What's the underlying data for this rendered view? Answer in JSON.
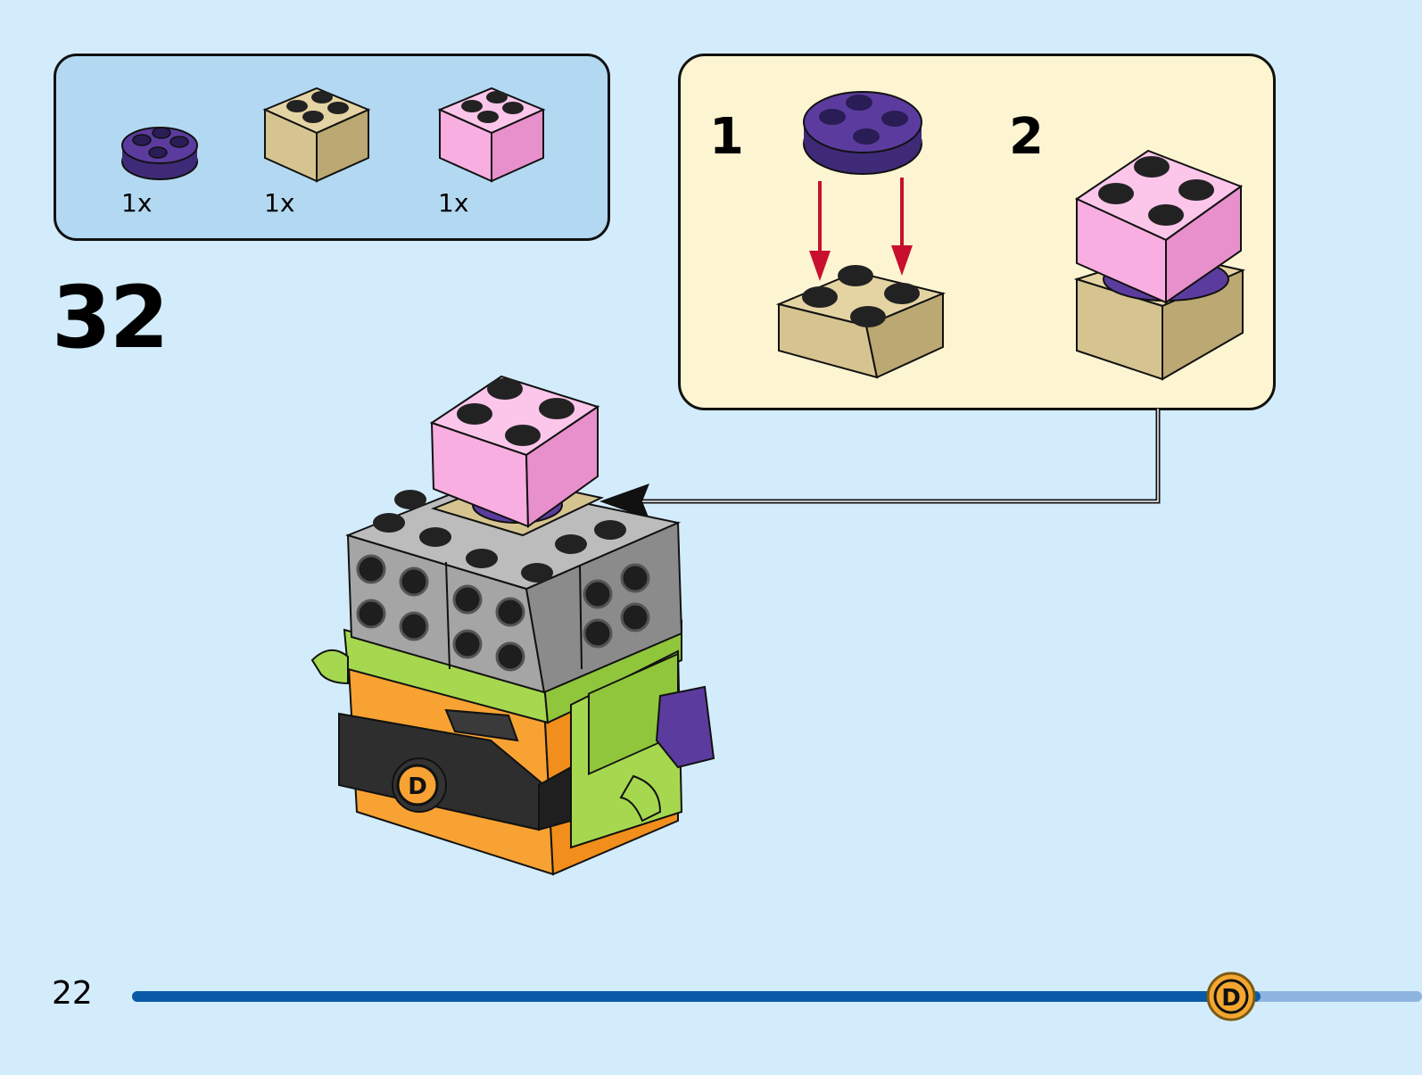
{
  "parts_list": {
    "items": [
      {
        "quantity": "1x",
        "part": "round-plate-2x2-purple",
        "color": "#5b3c9e"
      },
      {
        "quantity": "1x",
        "part": "brick-2x2-tan",
        "color": "#d6c490"
      },
      {
        "quantity": "1x",
        "part": "brick-2x2-pink",
        "color": "#f8aee0"
      }
    ]
  },
  "step": {
    "number": "32"
  },
  "sub_assembly": {
    "steps": [
      {
        "number": "1"
      },
      {
        "number": "2"
      }
    ]
  },
  "footer": {
    "page_number": "22",
    "progress_fraction": 0.875,
    "progress_marker_label": "D"
  },
  "colors": {
    "background": "#d3ecfb",
    "parts_box": "#b3d9f2",
    "sub_box": "#fdf5d2",
    "progress_fill": "#0b5aa8",
    "progress_track": "#8fb4e0"
  }
}
